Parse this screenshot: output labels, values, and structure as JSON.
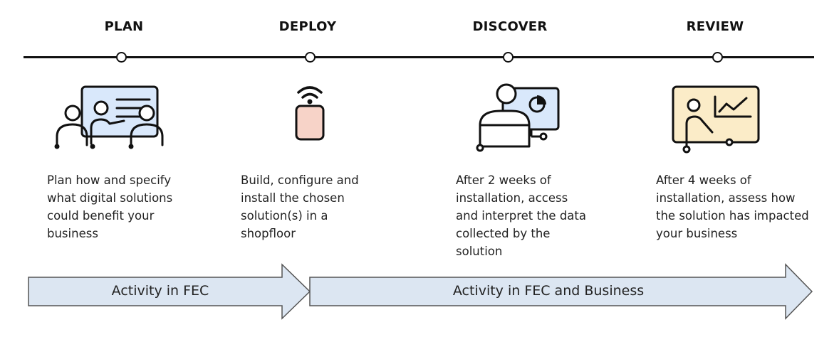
{
  "stages": [
    {
      "title": "PLAN",
      "icon": "presentation-icon",
      "desc": [
        "Plan how and specify",
        "what digital solutions",
        "could benefit your",
        "business"
      ]
    },
    {
      "title": "DEPLOY",
      "icon": "wireless-device-icon",
      "desc": [
        "Build, configure and",
        "install the chosen",
        "solution(s) in a",
        "shopfloor"
      ]
    },
    {
      "title": "DISCOVER",
      "icon": "data-analyst-icon",
      "desc": [
        "After 2 weeks of",
        "installation, access",
        "and interpret the data",
        "collected by the",
        "solution"
      ]
    },
    {
      "title": "REVIEW",
      "icon": "review-chart-icon",
      "desc": [
        "After 4 weeks of",
        "installation, assess how",
        "the solution has impacted",
        "your business"
      ]
    }
  ],
  "arrows": [
    {
      "label": "Activity in FEC"
    },
    {
      "label": "Activity in FEC and Business"
    }
  ],
  "colors": {
    "line": "#111111",
    "arrow_fill": "#dce6f2",
    "arrow_stroke": "#555555",
    "panel_blue": "#d9e8fb",
    "device_pink": "#f7d3c8",
    "panel_cream": "#fbecc8"
  }
}
